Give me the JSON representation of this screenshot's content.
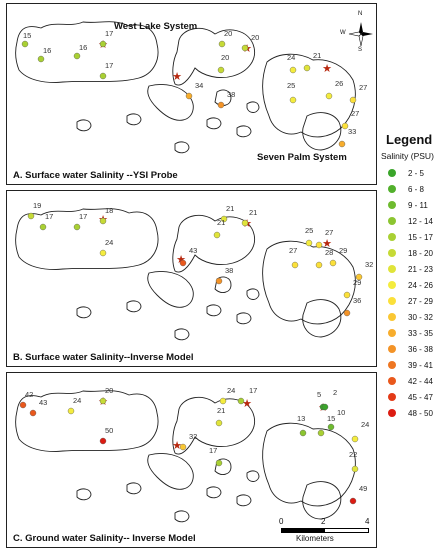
{
  "map_labels": {
    "west_lake": "West Lake System",
    "seven_palm": "Seven Palm System"
  },
  "north_arrow": {
    "n": "N",
    "s": "S",
    "e": "E",
    "w": "W"
  },
  "legend": {
    "title": "Legend",
    "subtitle": "Salinity (PSU)",
    "items": [
      {
        "label": "2 - 5",
        "color": "#3aa52a"
      },
      {
        "label": "6 - 8",
        "color": "#52b02c"
      },
      {
        "label": "9 - 11",
        "color": "#6ebb2f"
      },
      {
        "label": "12 - 14",
        "color": "#8cc531"
      },
      {
        "label": "15 - 17",
        "color": "#a9d033"
      },
      {
        "label": "18 - 20",
        "color": "#c6da36"
      },
      {
        "label": "21 - 23",
        "color": "#e0e43a"
      },
      {
        "label": "24 - 26",
        "color": "#f4ec3e"
      },
      {
        "label": "27 - 29",
        "color": "#fbe03a"
      },
      {
        "label": "30 - 32",
        "color": "#fac733"
      },
      {
        "label": "33 - 35",
        "color": "#f7ad2d"
      },
      {
        "label": "36 - 38",
        "color": "#f39327"
      },
      {
        "label": "39 - 41",
        "color": "#ee7622"
      },
      {
        "label": "42 - 44",
        "color": "#e9581c"
      },
      {
        "label": "45 - 47",
        "color": "#e33a17"
      },
      {
        "label": "48 - 50",
        "color": "#dc1c12"
      }
    ]
  },
  "scalebar": {
    "ticks": [
      "0",
      "2",
      "4"
    ],
    "unit": "Kilometers"
  },
  "panels": [
    {
      "title": "A.  Surface water Salinity --YSI Probe",
      "stations": [
        {
          "value": "15",
          "color": "#a9d033"
        },
        {
          "value": "16",
          "color": "#a9d033"
        },
        {
          "value": "16",
          "color": "#a9d033"
        },
        {
          "value": "17",
          "color": "#a9d033"
        },
        {
          "value": "17",
          "color": "#a9d033"
        },
        {
          "value": "20",
          "color": "#c6da36"
        },
        {
          "value": "20",
          "color": "#c6da36"
        },
        {
          "value": "20",
          "color": "#c6da36"
        },
        {
          "value": "34",
          "color": "#f7ad2d"
        },
        {
          "value": "38",
          "color": "#f39327"
        },
        {
          "value": "24",
          "color": "#f4ec3e"
        },
        {
          "value": "21",
          "color": "#e0e43a"
        },
        {
          "value": "25",
          "color": "#f4ec3e"
        },
        {
          "value": "26",
          "color": "#f4ec3e"
        },
        {
          "value": "27",
          "color": "#fbe03a"
        },
        {
          "value": "27",
          "color": "#fbe03a"
        },
        {
          "value": "33",
          "color": "#f7ad2d"
        }
      ]
    },
    {
      "title": "B.  Surface water Salinity--Inverse Model",
      "stations": [
        {
          "value": "19",
          "color": "#c6da36"
        },
        {
          "value": "17",
          "color": "#a9d033"
        },
        {
          "value": "17",
          "color": "#a9d033"
        },
        {
          "value": "18",
          "color": "#c6da36"
        },
        {
          "value": "24",
          "color": "#f4ec3e"
        },
        {
          "value": "21",
          "color": "#e0e43a"
        },
        {
          "value": "21",
          "color": "#e0e43a"
        },
        {
          "value": "21",
          "color": "#e0e43a"
        },
        {
          "value": "43",
          "color": "#e9581c"
        },
        {
          "value": "38",
          "color": "#f39327"
        },
        {
          "value": "25",
          "color": "#f4ec3e"
        },
        {
          "value": "27",
          "color": "#fbe03a"
        },
        {
          "value": "27",
          "color": "#fbe03a"
        },
        {
          "value": "28",
          "color": "#fbe03a"
        },
        {
          "value": "29",
          "color": "#fbe03a"
        },
        {
          "value": "32",
          "color": "#fac733"
        },
        {
          "value": "29",
          "color": "#fbe03a"
        },
        {
          "value": "36",
          "color": "#f39327"
        }
      ]
    },
    {
      "title": "C.  Ground water Salinity-- Inverse Model",
      "stations": [
        {
          "value": "42",
          "color": "#e9581c"
        },
        {
          "value": "43",
          "color": "#e9581c"
        },
        {
          "value": "24",
          "color": "#f4ec3e"
        },
        {
          "value": "20",
          "color": "#c6da36"
        },
        {
          "value": "50",
          "color": "#dc1c12"
        },
        {
          "value": "24",
          "color": "#f4ec3e"
        },
        {
          "value": "17",
          "color": "#a9d033"
        },
        {
          "value": "21",
          "color": "#e0e43a"
        },
        {
          "value": "32",
          "color": "#fac733"
        },
        {
          "value": "17",
          "color": "#a9d033"
        },
        {
          "value": "5",
          "color": "#3aa52a"
        },
        {
          "value": "2",
          "color": "#3aa52a"
        },
        {
          "value": "13",
          "color": "#8cc531"
        },
        {
          "value": "15",
          "color": "#a9d033"
        },
        {
          "value": "10",
          "color": "#6ebb2f"
        },
        {
          "value": "24",
          "color": "#f4ec3e"
        },
        {
          "value": "22",
          "color": "#e0e43a"
        },
        {
          "value": "49",
          "color": "#dc1c12"
        }
      ]
    }
  ]
}
